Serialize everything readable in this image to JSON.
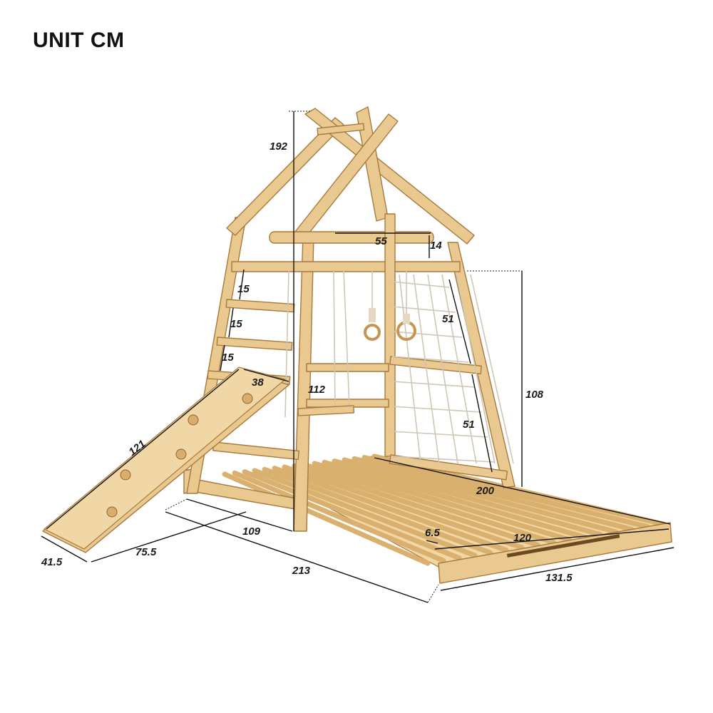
{
  "title": "UNIT CM",
  "dimensions": {
    "total_height": "192",
    "bar_length": "55",
    "bar_height": "14",
    "rung_spacing_1": "15",
    "rung_spacing_2": "15",
    "rung_spacing_3": "15",
    "net_upper": "51",
    "net_lower": "51",
    "side_height": "108",
    "inner_height": "112",
    "slide_width": "38",
    "slide_length": "121",
    "base_width": "200",
    "base_depth": "109",
    "total_length": "213",
    "slide_base_width": "41.5",
    "slide_run": "75.5",
    "slat_gap": "6.5",
    "ramp_length": "120",
    "ramp_total": "131.5"
  },
  "colors": {
    "wood": "#e9c98f",
    "wood_edge": "#a8793c",
    "dimension_line": "#111111"
  }
}
